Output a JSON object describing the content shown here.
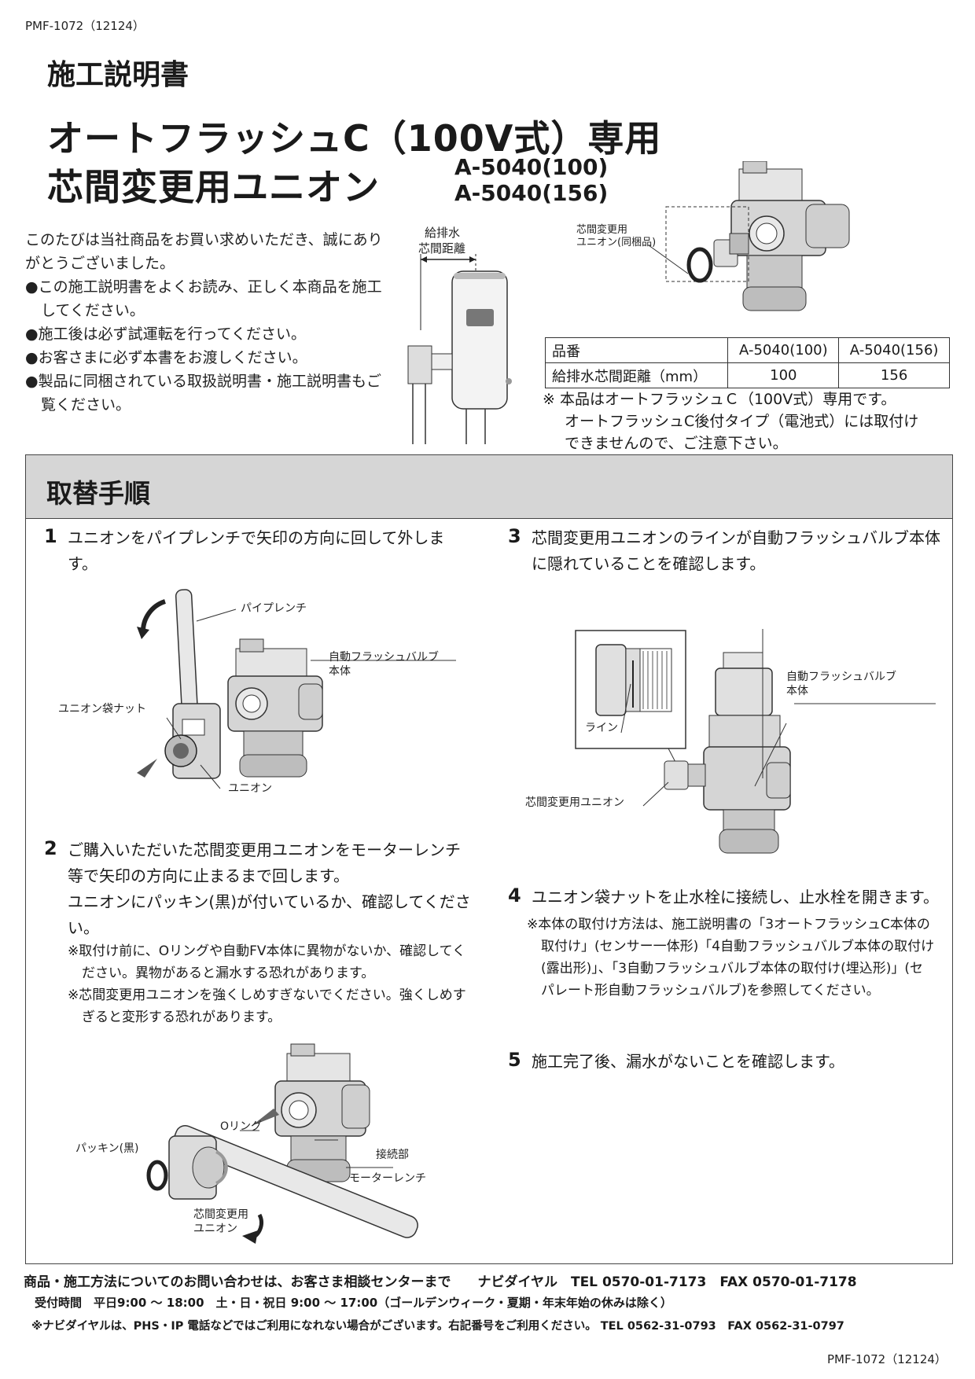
{
  "doc_code_top": "PMF-1072（12124）",
  "doc_type": "施工説明書",
  "title_line1": "オートフラッシュC（100V式）専用",
  "title_line2": "芯間変更用ユニオン",
  "models": [
    "A-5040(100)",
    "A-5040(156)"
  ],
  "intro": {
    "greeting": "このたびは当社商品をお買い求めいただき、誠にありがとうございました。",
    "bullets": [
      "●この施工説明書をよくお読み、正しく本商品を施工してください。",
      "●施工後は必ず試運転を行ってください。",
      "●お客さまに必ず本書をお渡しください。",
      "●製品に同梱されている取扱説明書・施工説明書もご覧ください。"
    ]
  },
  "figure_top": {
    "distance_label_1": "給排水",
    "distance_label_2": "芯間距離",
    "included_label_1": "芯間変更用",
    "included_label_2": "ユニオン(同梱品)"
  },
  "spec_table": {
    "rows": [
      [
        "品番",
        "A-5040(100)",
        "A-5040(156)"
      ],
      [
        "給排水芯間距離（mm）",
        "100",
        "156"
      ]
    ]
  },
  "spec_note": {
    "line1": "※ 本品はオートフラッシュＣ（100V式）専用です。",
    "line2": "オートフラッシュC後付タイプ（電池式）には取付け",
    "line3": "できませんので、ご注意下さい。"
  },
  "procedure": {
    "title": "取替手順",
    "steps": [
      {
        "num": "1",
        "text": "ユニオンをパイプレンチで矢印の方向に回して外します。"
      },
      {
        "num": "2",
        "text": "ご購入いただいた芯間変更用ユニオンをモーターレンチ等で矢印の方向に止まるまで回します。",
        "text2": "ユニオンにパッキン(黒)が付いているか、確認してください。",
        "notes": [
          "※取付け前に、Oリングや自動FV本体に異物がないか、確認してください。異物があると漏水する恐れがあります。",
          "※芯間変更用ユニオンを強くしめすぎないでください。強くしめすぎると変形する恐れがあります。"
        ]
      },
      {
        "num": "3",
        "text": "芯間変更用ユニオンのラインが自動フラッシュバルブ本体に隠れていることを確認します。"
      },
      {
        "num": "4",
        "text": "ユニオン袋ナットを止水栓に接続し、止水栓を開きます。",
        "notes": [
          "※本体の取付け方法は、施工説明書の「3オートフラッシュC本体の取付け」(センサー一体形)「4自動フラッシュバルブ本体の取付け(露出形)」、「3自動フラッシュバルブ本体の取付け(埋込形)」(セパレート形自動フラッシュバルブ)を参照してください。"
        ]
      },
      {
        "num": "5",
        "text": "施工完了後、漏水がないことを確認します。"
      }
    ]
  },
  "fig1": {
    "wrench": "パイプレンチ",
    "valve_1": "自動フラッシュバルブ",
    "valve_2": "本体",
    "nut": "ユニオン袋ナット",
    "union": "ユニオン"
  },
  "fig2": {
    "packing": "パッキン(黒)",
    "oring": "Oリング",
    "joint": "接続部",
    "motor_wrench": "モーターレンチ",
    "union_1": "芯間変更用",
    "union_2": "ユニオン"
  },
  "fig3": {
    "line": "ライン",
    "valve_1": "自動フラッシュバルブ",
    "valve_2": "本体",
    "union": "芯間変更用ユニオン"
  },
  "footer": {
    "line1": "商品・施工方法についてのお問い合わせは、お客さま相談センターまで　　ナビダイヤル　TEL 0570-01-7173　FAX 0570-01-7178",
    "line2": "受付時間　平日9:00 ～ 18:00　土・日・祝日 9:00 ～ 17:00（ゴールデンウィーク・夏期・年末年始の休みは除く）",
    "line3": "※ナビダイヤルは、PHS・IP 電話などではご利用になれない場合がございます。右記番号をご利用ください。 TEL 0562-31-0793　FAX 0562-31-0797"
  },
  "doc_code_bottom": "PMF-1072（12124）"
}
